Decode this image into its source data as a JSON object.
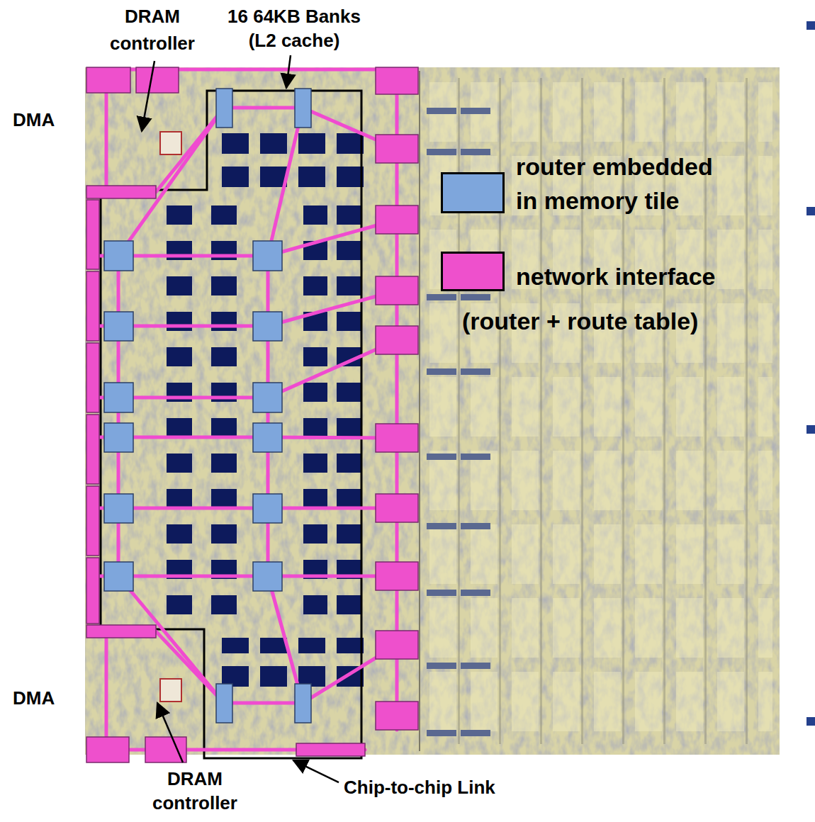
{
  "diagram": {
    "labels": [
      "DRAM controller",
      "16 64KB Banks (L2 cache)",
      "DMA",
      "DMA",
      "DRAM controller",
      "Chip-to-chip Link"
    ],
    "legend": [
      {
        "text": "router embedded in memory tile",
        "color": "#7ea6dc"
      },
      {
        "text": "network interface (router + route table)",
        "color": "#ee50cc"
      }
    ]
  }
}
